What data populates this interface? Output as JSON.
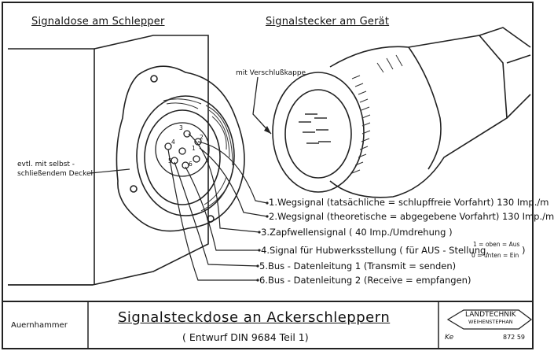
{
  "headings": {
    "left": "Signaldose am Schlepper",
    "right": "Signalstecker am Gerät"
  },
  "annotations": {
    "cap": "mit Verschlußkappe",
    "lid_line1": "evtl. mit selbst -",
    "lid_line2": "schließendem Deckel"
  },
  "pins": [
    "1",
    "2",
    "3",
    "4",
    "5",
    "6"
  ],
  "signals": [
    "1.Wegsignal (tatsächliche = schlupffreie Vorfahrt) 130 Imp./m",
    "2.Wegsignal (theoretische = abgegebene Vorfahrt) 130 Imp./m",
    "3.Zapfwellensignal ( 40 Imp./Umdrehung )",
    "4.Signal für Hubwerksstellung ( für AUS - Stellung,",
    "5.Bus - Datenleitung 1 (Transmit = senden)",
    "6.Bus - Datenleitung 2 (Receive = empfangen)"
  ],
  "signal4_options": {
    "on": "1 = oben = Aus",
    "off": "0 = unten = Ein",
    "close": ")"
  },
  "footer": {
    "author": "Auernhammer",
    "title": "Signalsteckdose an Ackerschleppern",
    "subtitle": "( Entwurf DIN 9684 Teil 1)",
    "logo_line1": "LANDTECHNIK",
    "logo_line2": "WEIHENSTEPHAN",
    "logo_code": "Ke",
    "logo_number": "872 59"
  }
}
